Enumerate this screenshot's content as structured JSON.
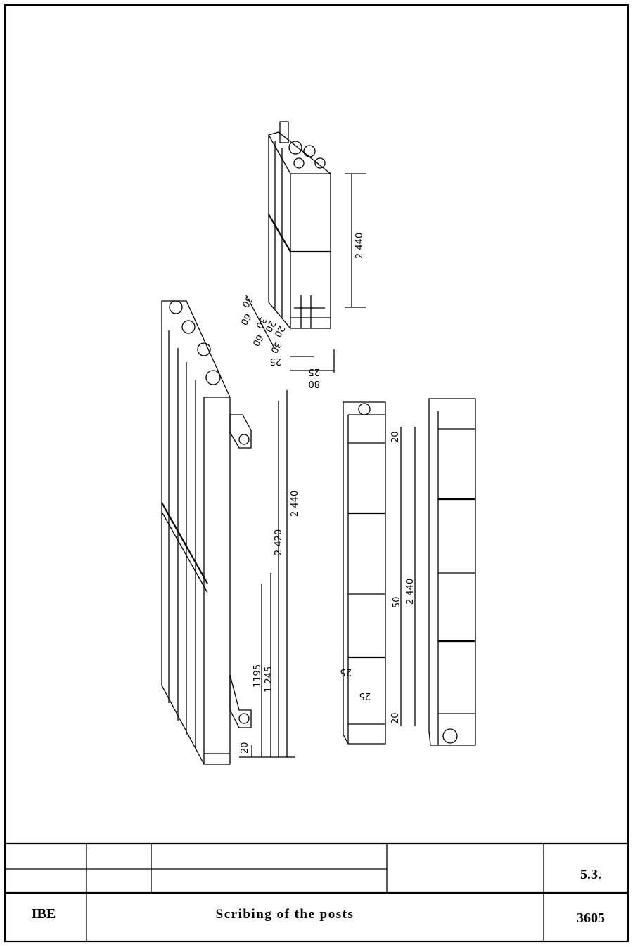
{
  "drawing": {
    "top_post": {
      "height_label": "2 440",
      "section_labels": [
        "30",
        "60",
        "30",
        "60",
        "30"
      ],
      "small_labels": [
        "20",
        "20"
      ],
      "width_labels": [
        "25",
        "25",
        "80"
      ]
    },
    "left_assembly": {
      "dimension_labels": [
        "2 440",
        "2 420",
        "1 245",
        "1195",
        "20"
      ]
    },
    "right_posts": {
      "dimension_labels": [
        "20",
        "50",
        "2 440",
        "20"
      ],
      "notch_labels": [
        "25",
        "25"
      ]
    }
  },
  "title_block": {
    "org": "IBE",
    "title": "Scribing of the posts",
    "section": "5.3.",
    "number": "3605"
  }
}
